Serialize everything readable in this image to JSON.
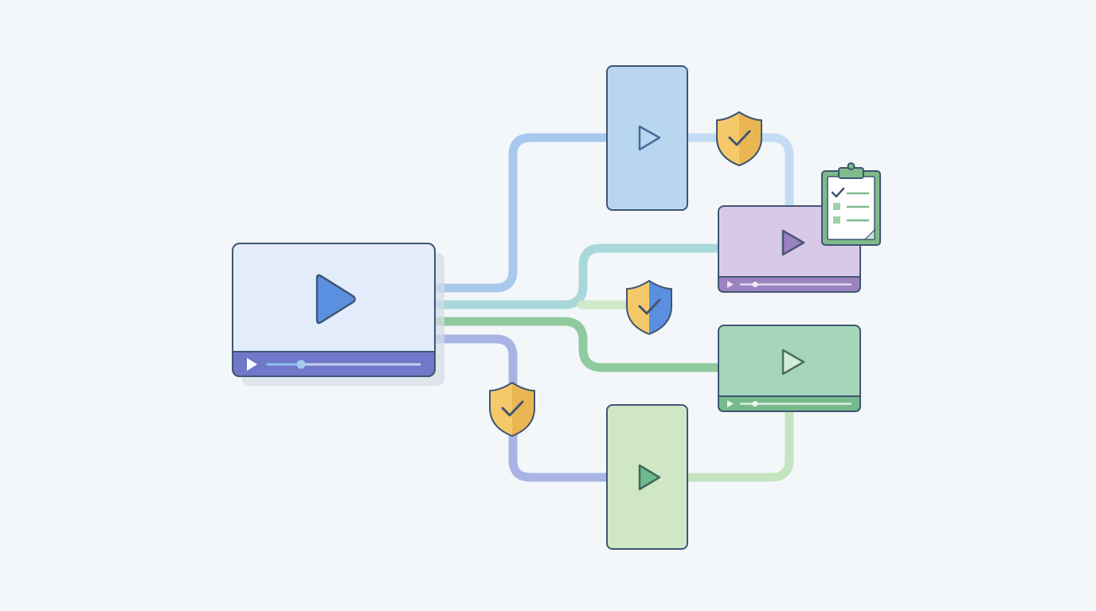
{
  "theme": {
    "background": "#f3f7f9",
    "outline": "#3f5672",
    "source_fill": "#e3ecfb",
    "source_bar": "#6f78c9",
    "source_play": "#5b8fe0",
    "connector_blue": "#a9c8ee",
    "connector_teal": "#a8d8dc",
    "connector_green": "#8fcb9f",
    "connector_lavender": "#a9b4e6",
    "connector_light_green": "#c5e4c0",
    "shield_gold": "#f5c96a",
    "shield_gold_dark": "#e9b652",
    "shield_blue": "#5b8fe0",
    "clipboard_green": "#7fba8a"
  },
  "icons": {
    "source_video": "play-icon",
    "security_check": "shield-check-icon",
    "review_list": "clipboard-checklist-icon"
  },
  "nodes": [
    {
      "id": "source",
      "kind": "landscape-video",
      "fill": "#e3ecfb",
      "bar": "#6f78c9",
      "play": "#5b8fe0",
      "progress": 0.22
    },
    {
      "id": "vertical-blue",
      "kind": "vertical-video",
      "fill": "#b9d6f1",
      "play": "#6c9ad6"
    },
    {
      "id": "landscape-purple",
      "kind": "landscape-video",
      "fill": "#d9c9e8",
      "bar": "#9b83bf",
      "play": "#9a82c4",
      "progress": 0.18
    },
    {
      "id": "landscape-green",
      "kind": "landscape-video",
      "fill": "#a6d6b9",
      "bar": "#77b98b",
      "play": "#cfe9d4",
      "progress": 0.18
    },
    {
      "id": "vertical-green",
      "kind": "vertical-video",
      "fill": "#cfe7c5",
      "play": "#6fb88e"
    }
  ]
}
